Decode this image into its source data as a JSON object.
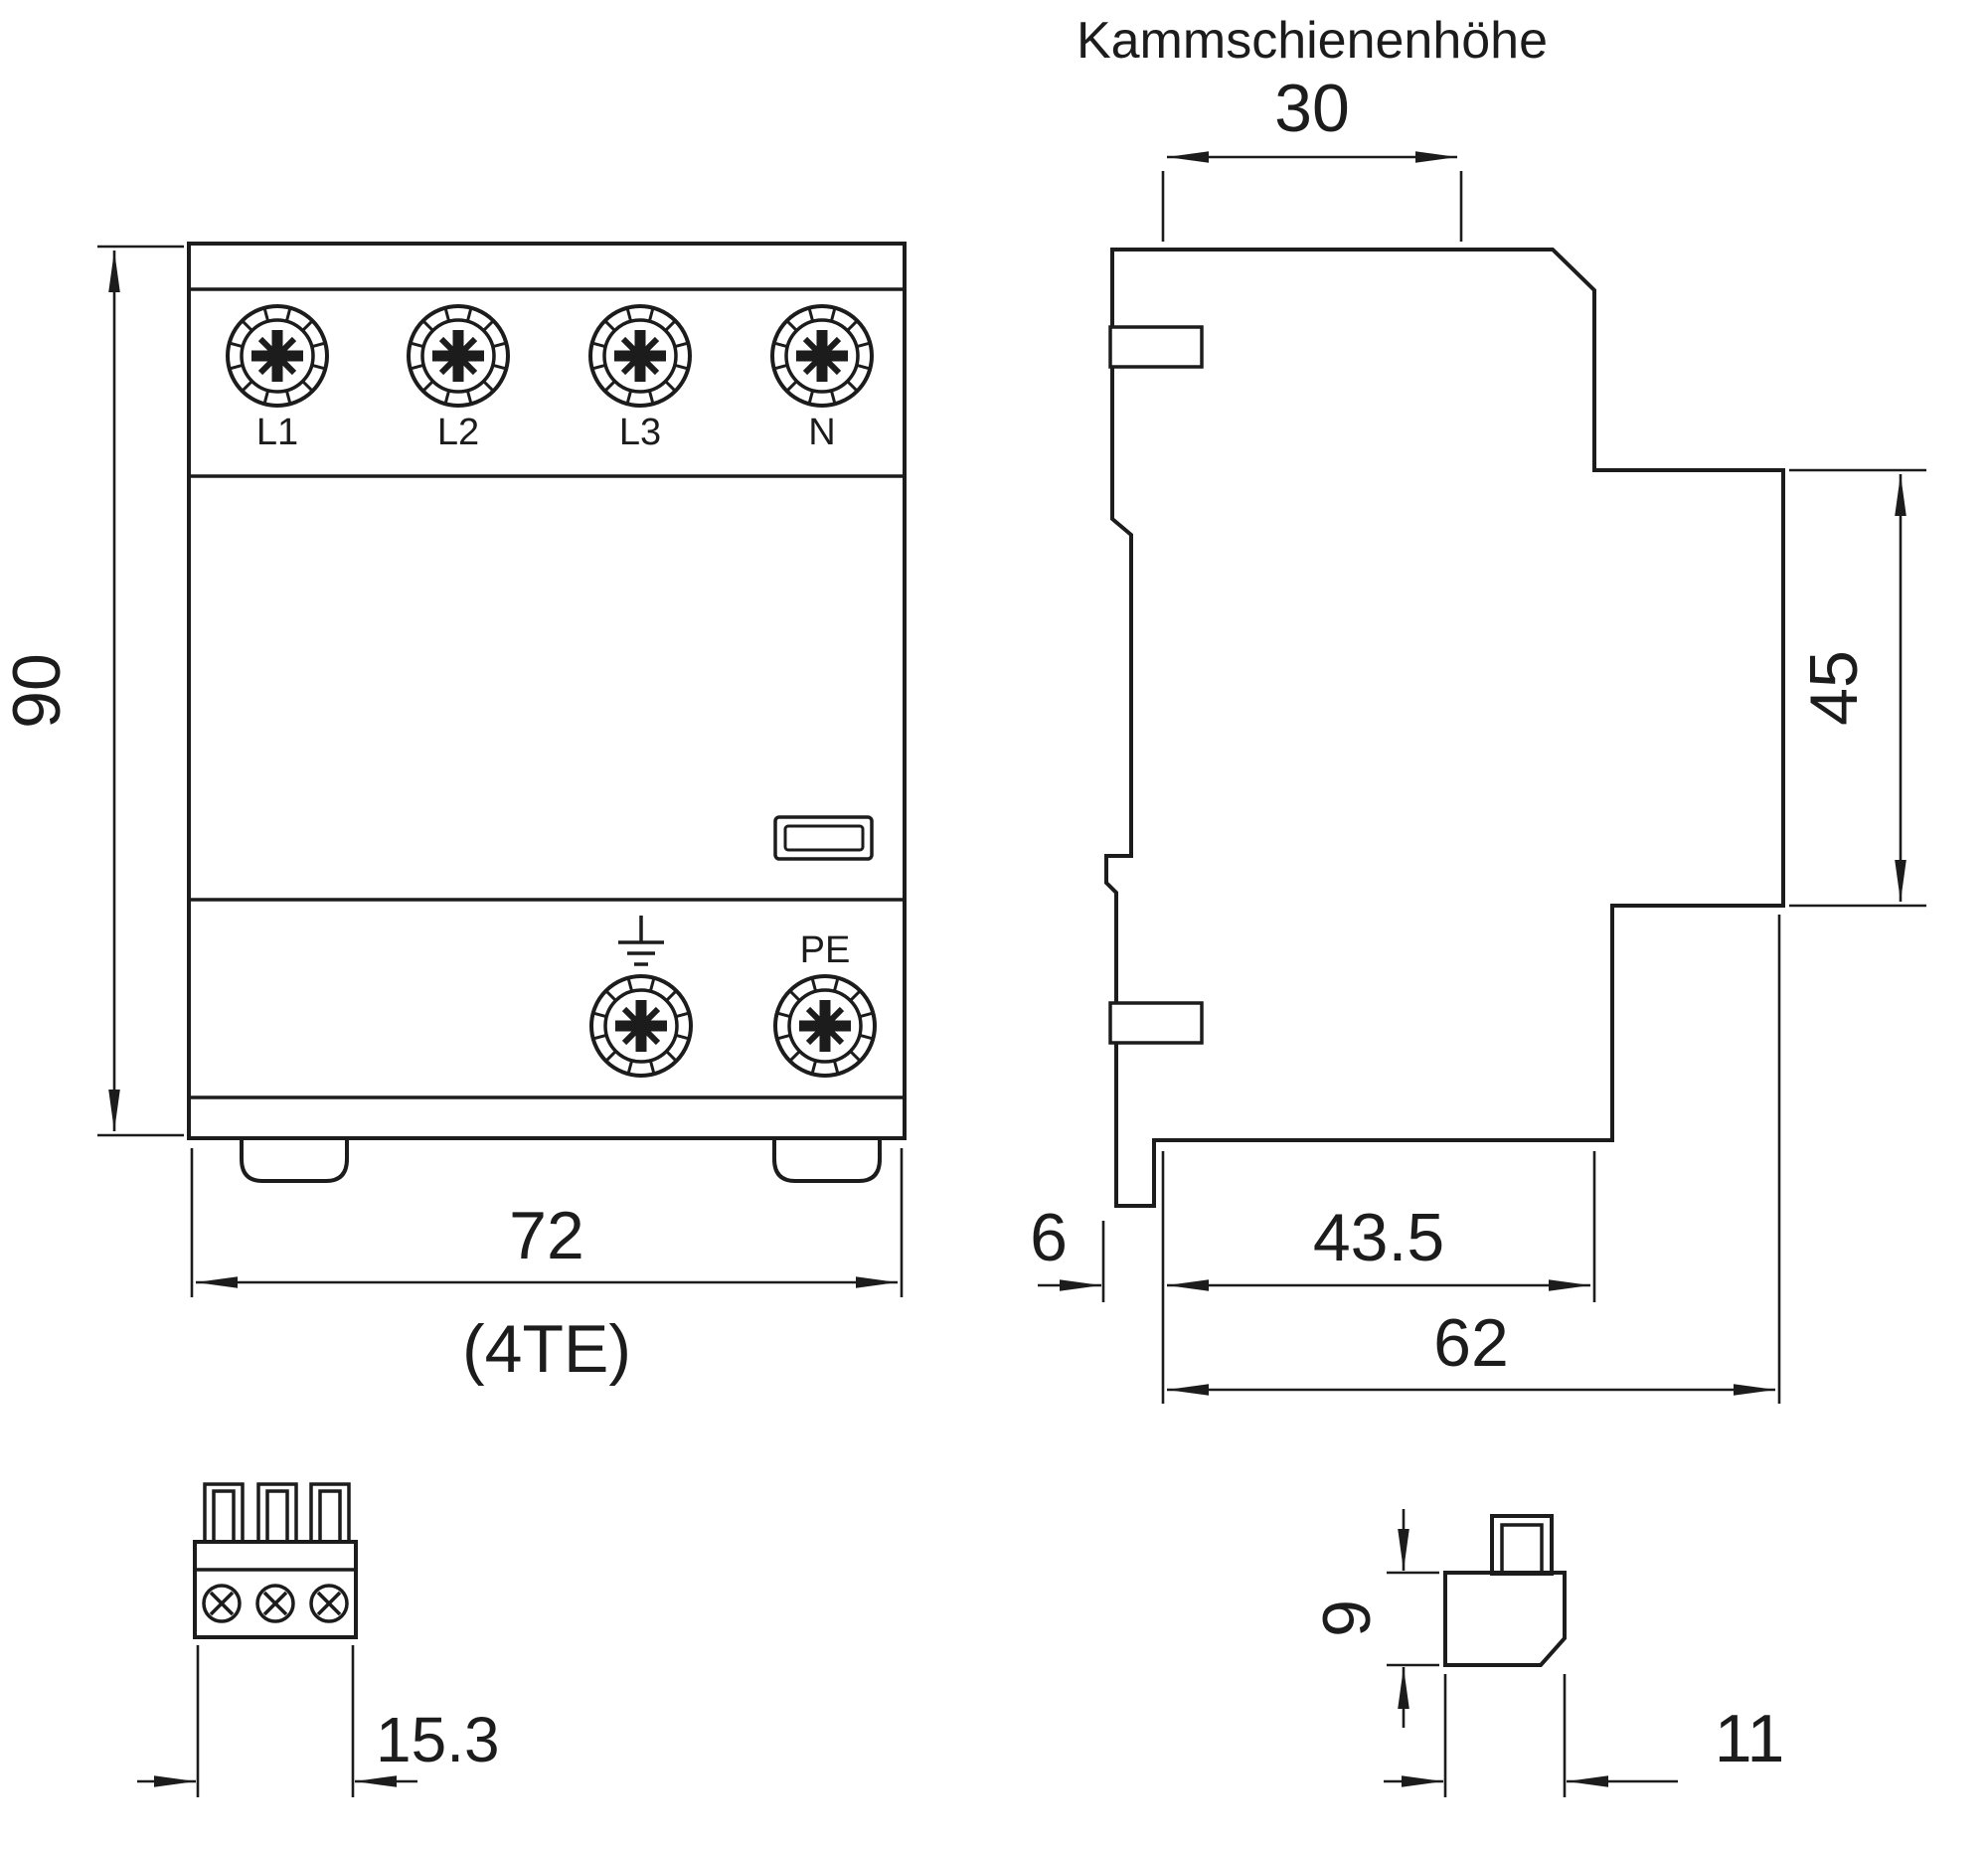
{
  "drawing": {
    "title": "Kammschienenhöhe",
    "colors": {
      "ink": "#1c1c1c",
      "background": "#ffffff"
    },
    "front_view": {
      "terminal_labels": [
        "L1",
        "L2",
        "L3",
        "N"
      ],
      "pe_label": "PE",
      "height_mm": "90",
      "width_mm": "72",
      "width_units": "(4TE)"
    },
    "side_view": {
      "comb_rail_height_mm": "30",
      "front_block_height_mm": "45",
      "rail_offset_mm": "6",
      "depth_to_step_mm": "43.5",
      "total_depth_mm": "62"
    },
    "terminal_block_detail": {
      "width_mm": "15.3"
    },
    "release_clip_detail": {
      "height_mm": "9",
      "width_mm": "11"
    }
  }
}
